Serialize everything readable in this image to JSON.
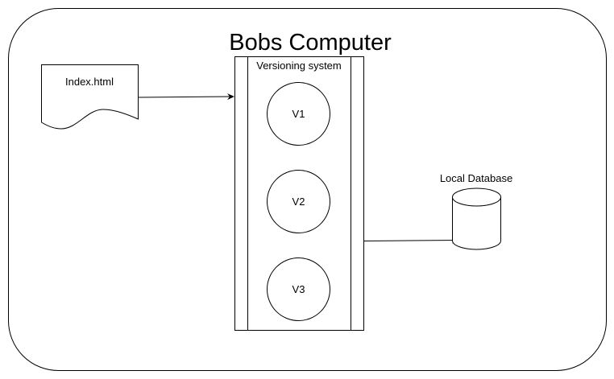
{
  "container": {
    "title": "Bobs Computer"
  },
  "document": {
    "label": "Index.html"
  },
  "versioning": {
    "title": "Versioning system",
    "versions": [
      "V1",
      "V2",
      "V3"
    ]
  },
  "database": {
    "label": "Local Database"
  },
  "colors": {
    "stroke": "#000000",
    "fill": "#ffffff"
  }
}
